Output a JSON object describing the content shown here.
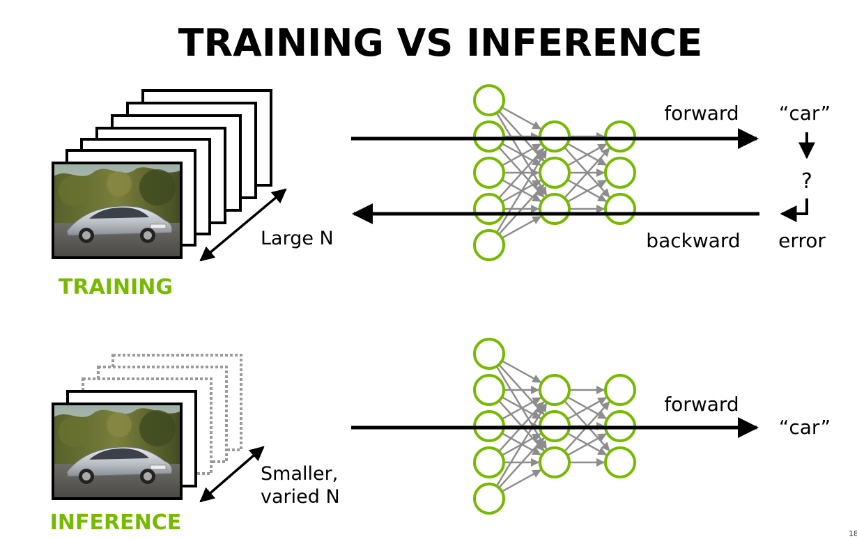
{
  "title": "TRAINING VS INFERENCE",
  "training": {
    "section_label": "TRAINING",
    "batch_label": "Large N",
    "forward_label": "forward",
    "backward_label": "backward",
    "output_label": "“car”",
    "question_label": "?",
    "error_label": "error"
  },
  "inference": {
    "section_label": "INFERENCE",
    "batch_label_line1": "Smaller,",
    "batch_label_line2": "varied N",
    "forward_label": "forward",
    "output_label": "“car”"
  },
  "network": {
    "layers": [
      5,
      3,
      3
    ]
  },
  "colors": {
    "accent_green": "#76b900",
    "arrow_black": "#000000",
    "connection_gray": "#8c8c8c",
    "dashed_frame_gray": "#9a9a9a"
  },
  "icons": [
    "car-photo",
    "network-diagram",
    "double-arrow"
  ],
  "page_number": "18"
}
